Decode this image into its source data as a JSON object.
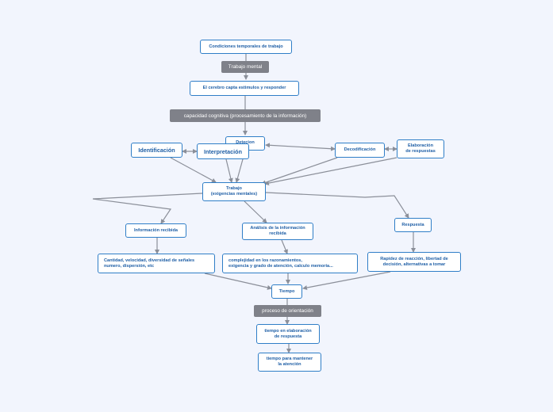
{
  "nodes": {
    "condiciones": "Condiciones temporales de trabajo",
    "cerebro": "El cerebro capta estimulos y responder",
    "detecion": "Detecion",
    "identificacion": "Identificación",
    "interpretacion": "Interpretación",
    "decodificacion": "Decodificación",
    "elaboracion": "Elaboración\nde respuestas",
    "trabajo": "Trabajo\n(exigencias mentales)",
    "info_recibida": "Información recibida",
    "analisis": "Análisis de la información\nrecibida",
    "respuesta": "Respuesta",
    "cantidad": "Cantidad, velocidad, diversidad de señales\nnumero, dispersión, etc",
    "complejidad": "complejidad en los razonamientos,\nexigencia y grado de atención, calculo memoria...",
    "rapidez": "Rapidez de reacción, libertad de\ndecisión, alternativas a tomar",
    "tiempo": "Tiempo",
    "tiempo_elaboracion": "tiempo en elaboración\nde respuesta",
    "tiempo_mantener": "tiempo para mantener\nla atención"
  },
  "labels": {
    "trabajo_mental": "Trabajo mental",
    "capacidad": "capacidad cognitiva (procesamiento de la información)",
    "proceso": "proceso de orientación"
  },
  "colors": {
    "background": "#f2f5fd",
    "node_border": "#2f7ec7",
    "node_text": "#1f5fa6",
    "label_bg": "#7f8189",
    "edge": "#8b8f99"
  }
}
